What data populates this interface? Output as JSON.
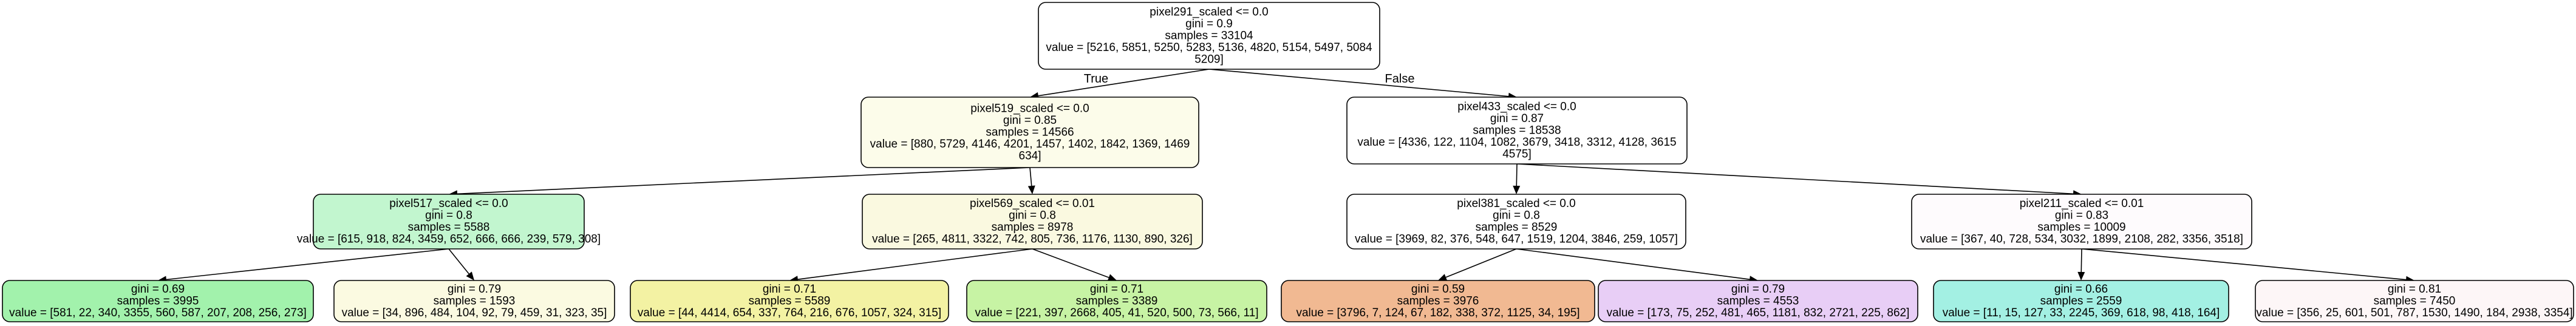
{
  "nodes": [
    {
      "id": "n0",
      "fill": "#FFFFFF",
      "lines": [
        "pixel291_scaled <= 0.0",
        "gini = 0.9",
        "samples = 33104",
        "value = [5216, 5851, 5250, 5283, 5136, 4820, 5154, 5497, 5084",
        "5209]"
      ]
    },
    {
      "id": "n1",
      "fill": "#FCFCEA",
      "lines": [
        "pixel519_scaled <= 0.0",
        "gini = 0.85",
        "samples = 14566",
        "value = [880, 5729, 4146, 4201, 1457, 1402, 1842, 1369, 1469",
        "634]"
      ]
    },
    {
      "id": "n2",
      "fill": "#FFFFFF",
      "lines": [
        "pixel433_scaled <= 0.0",
        "gini = 0.87",
        "samples = 18538",
        "value = [4336, 122, 1104, 1082, 3679, 3418, 3312, 4128, 3615",
        "4575]"
      ]
    },
    {
      "id": "n3",
      "fill": "#C2F6CF",
      "lines": [
        "pixel517_scaled <= 0.0",
        "gini = 0.8",
        "samples = 5588",
        "value = [615, 918, 824, 3459, 652, 666, 666, 239, 579, 308]"
      ]
    },
    {
      "id": "n4",
      "fill": "#FAF9E0",
      "lines": [
        "pixel569_scaled <= 0.01",
        "gini = 0.8",
        "samples = 8978",
        "value = [265, 4811, 3322, 742, 805, 736, 1176, 1130, 890, 326]"
      ]
    },
    {
      "id": "n5",
      "fill": "#FFFFFF",
      "lines": [
        "pixel381_scaled <= 0.0",
        "gini = 0.8",
        "samples = 8529",
        "value = [3969, 82, 376, 548, 647, 1519, 1204, 3846, 259, 1057]"
      ]
    },
    {
      "id": "n6",
      "fill": "#FEFBFD",
      "lines": [
        "pixel211_scaled <= 0.01",
        "gini = 0.83",
        "samples = 10009",
        "value = [367, 40, 728, 534, 3032, 1899, 2108, 282, 3356, 3518]"
      ]
    },
    {
      "id": "n7",
      "fill": "#A2F2AC",
      "lines": [
        "gini = 0.69",
        "samples = 3995",
        "value = [581, 22, 340, 3355, 560, 587, 207, 208, 256, 273]"
      ]
    },
    {
      "id": "n8",
      "fill": "#FBFAE1",
      "lines": [
        "gini = 0.79",
        "samples = 1593",
        "value = [34, 896, 484, 104, 92, 79, 459, 31, 323, 35]"
      ]
    },
    {
      "id": "n9",
      "fill": "#F3F2A3",
      "lines": [
        "gini = 0.71",
        "samples = 5589",
        "value = [44, 4414, 654, 337, 764, 216, 676, 1057, 324, 315]"
      ]
    },
    {
      "id": "n10",
      "fill": "#C7F3A4",
      "lines": [
        "gini = 0.71",
        "samples = 3389",
        "value = [221, 397, 2668, 405, 41, 520, 500, 73, 566, 11]"
      ]
    },
    {
      "id": "n11",
      "fill": "#F1B992",
      "lines": [
        "gini = 0.59",
        "samples = 3976",
        "value = [3796, 7, 124, 67, 182, 338, 372, 1125, 34, 195]"
      ]
    },
    {
      "id": "n12",
      "fill": "#E8CEF6",
      "lines": [
        "gini = 0.79",
        "samples = 4553",
        "value = [173, 75, 252, 481, 465, 1181, 832, 2721, 225, 862]"
      ]
    },
    {
      "id": "n13",
      "fill": "#A3F0E3",
      "lines": [
        "gini = 0.66",
        "samples = 2559",
        "value = [11, 15, 127, 33, 2245, 369, 618, 98, 418, 164]"
      ]
    },
    {
      "id": "n14",
      "fill": "#FDF6F7",
      "lines": [
        "gini = 0.81",
        "samples = 7450",
        "value = [356, 25, 601, 501, 787, 1530, 1490, 184, 2938, 3354]"
      ]
    }
  ],
  "edge_labels": {
    "true_label": "True",
    "false_label": "False"
  }
}
